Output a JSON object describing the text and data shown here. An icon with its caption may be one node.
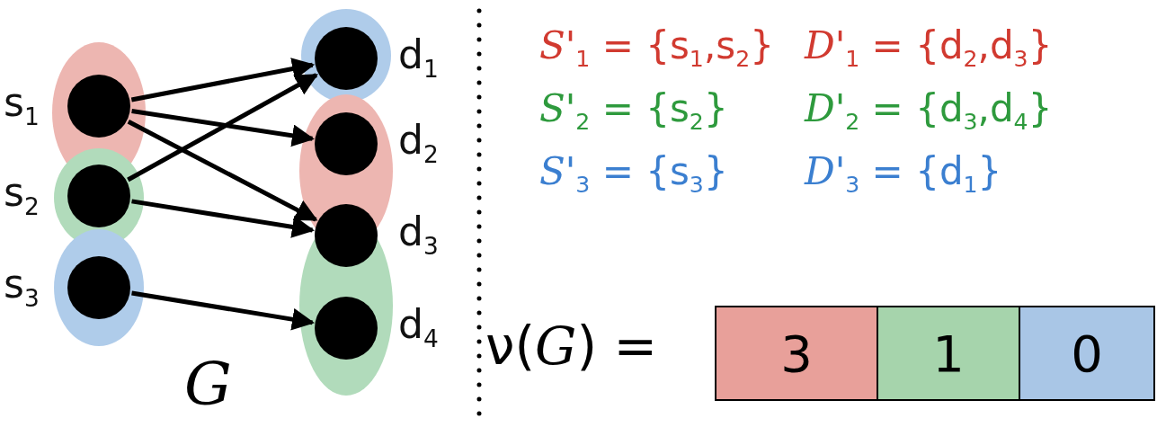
{
  "diagram": {
    "nodes": [
      {
        "text": [],
        "shape": "circle",
        "beside": [
          "s$_{1}$"
        ]
      },
      {
        "text": [],
        "shape": "circle",
        "beside": [
          "s$_{2}$"
        ]
      },
      {
        "text": [],
        "shape": "circle",
        "beside": [
          "s$_{3}$"
        ]
      },
      {
        "text": [],
        "shape": "circle",
        "beside": [
          "d$_{1}$"
        ]
      },
      {
        "text": [],
        "shape": "circle",
        "beside": [
          "d$_{2}$"
        ]
      },
      {
        "text": [],
        "shape": "circle",
        "beside": [
          "d$_{3}$"
        ]
      },
      {
        "text": [],
        "shape": "circle",
        "beside": [
          "d$_{4}$"
        ]
      }
    ],
    "edges": [
      {
        "from": 0,
        "to": 3,
        "arrow": "to"
      },
      {
        "from": 0,
        "to": 4,
        "arrow": "to"
      },
      {
        "from": 0,
        "to": 5,
        "arrow": "to"
      },
      {
        "from": 1,
        "to": 3,
        "arrow": "to"
      },
      {
        "from": 1,
        "to": 5,
        "arrow": "to"
      },
      {
        "from": 2,
        "to": 6,
        "arrow": "to"
      }
    ],
    "labels": [
      "*S*'$_{1}$ = {s$_{1}$,s$_{2}$}",
      "*D*'$_{1}$ = {d$_{2}$,d$_{3}$}",
      "*S*'$_{2}$ = {s$_{2}$}",
      "*D*'$_{2}$ = {d$_{3}$,d$_{4}$}",
      "*S*'$_{3}$ = {s$_{3}$}",
      "*D*'$_{3}$ = {d$_{1}$}",
      "G",
      "ν(*G*) =",
      "3",
      "1",
      "0"
    ]
  }
}
